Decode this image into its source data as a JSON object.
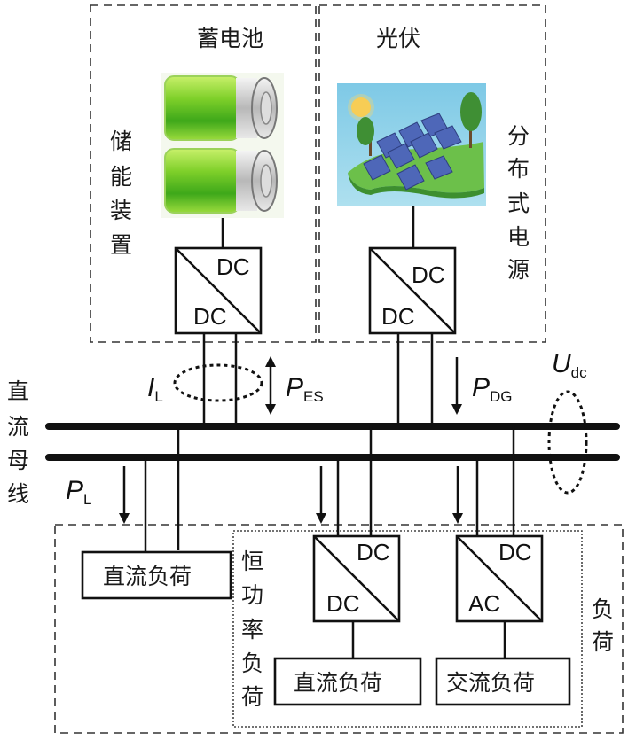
{
  "storage": {
    "title": "蓄电池",
    "side_label": [
      "储",
      "能",
      "装",
      "置"
    ],
    "image": "battery-image",
    "converter": {
      "top": "DC",
      "bottom": "DC"
    }
  },
  "pv": {
    "title": "光伏",
    "side_label": [
      "分",
      "布",
      "式",
      "电",
      "源"
    ],
    "image": "solar-panel-image",
    "converter": {
      "top": "DC",
      "bottom": "DC"
    }
  },
  "bus": {
    "label": [
      "直",
      "流",
      "母",
      "线"
    ],
    "current": {
      "symbol": "I",
      "sub": "L"
    },
    "p_es": {
      "symbol": "P",
      "sub": "ES"
    },
    "p_dg": {
      "symbol": "P",
      "sub": "DG"
    },
    "voltage": {
      "symbol": "U",
      "sub": "dc"
    },
    "p_l": {
      "symbol": "P",
      "sub": "L"
    }
  },
  "loads": {
    "group_label": [
      "负",
      "荷"
    ],
    "dc_load": "直流负荷",
    "cpl_label": [
      "恒",
      "功",
      "率",
      "负",
      "荷"
    ],
    "cpl_dc": {
      "top": "DC",
      "bottom": "DC",
      "load": "直流负荷"
    },
    "cpl_ac": {
      "top": "DC",
      "bottom": "AC",
      "load": "交流负荷"
    }
  }
}
